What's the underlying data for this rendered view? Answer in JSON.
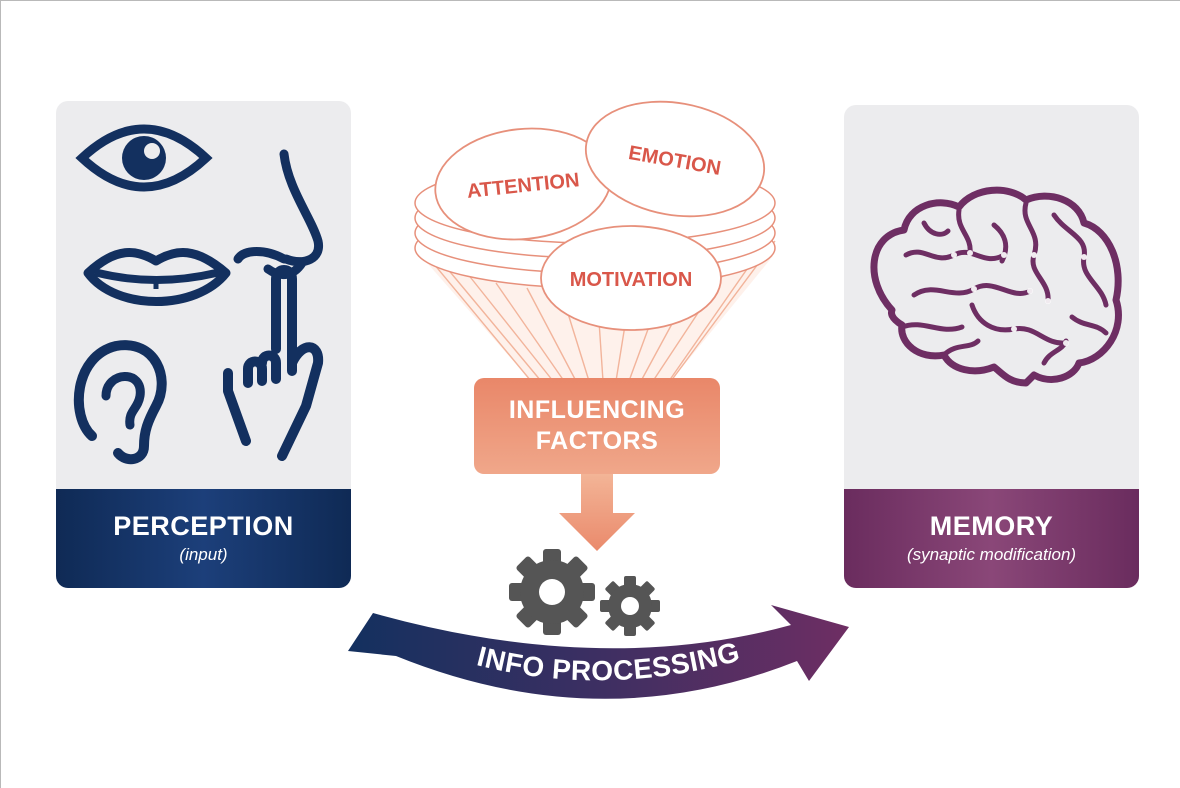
{
  "perception": {
    "title": "PERCEPTION",
    "subtitle": "(input)"
  },
  "memory": {
    "title": "MEMORY",
    "subtitle": "(synaptic modification)"
  },
  "factors": {
    "attention": "ATTENTION",
    "emotion": "EMOTION",
    "motivation": "MOTIVATION"
  },
  "influence": {
    "line1": "INFLUENCING",
    "line2": "FACTORS"
  },
  "process": {
    "label": "INFO PROCESSING"
  },
  "icons": {
    "perception": [
      "eye-icon",
      "nose-icon",
      "lips-icon",
      "ear-icon",
      "pointing-hand-icon"
    ],
    "process": [
      "gear-large-icon",
      "gear-small-icon"
    ],
    "memory": [
      "brain-icon"
    ]
  },
  "colors": {
    "navy": "#13305f",
    "plum": "#6e2e63",
    "coral": "#e98769",
    "factor_text": "#d9574a",
    "gear": "#555555"
  }
}
